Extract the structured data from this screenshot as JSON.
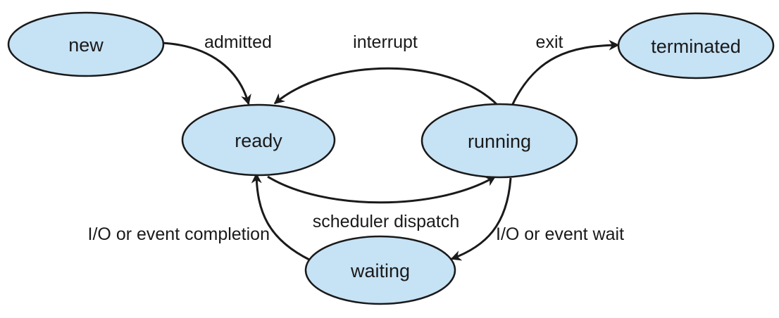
{
  "states": {
    "new": "new",
    "ready": "ready",
    "running": "running",
    "waiting": "waiting",
    "terminated": "terminated"
  },
  "transitions": {
    "admitted": "admitted",
    "interrupt": "interrupt",
    "exit": "exit",
    "scheduler_dispatch": "scheduler dispatch",
    "io_event_wait": "I/O or event wait",
    "io_event_completion": "I/O or event completion"
  },
  "colors": {
    "state_fill": "#c6e2f5",
    "stroke": "#1a1a1a"
  }
}
